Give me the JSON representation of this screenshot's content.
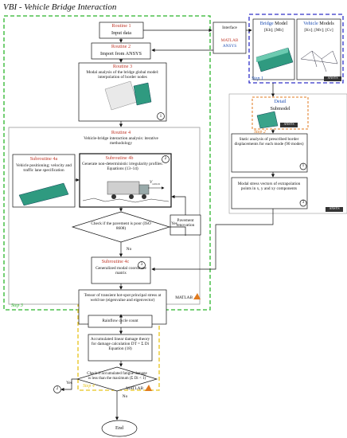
{
  "title": "VBI - Vehicle Bridge Interaction",
  "routines": {
    "r1": {
      "name": "Routine 1",
      "text": "Input data"
    },
    "r2": {
      "name": "Routine 2",
      "text": "Import from ANSYS"
    },
    "r3": {
      "name": "Routine 3",
      "text": "Modal analysis of the bridge global model: interpolation of border nodes",
      "badge": "1"
    },
    "r4": {
      "name": "Routine 4",
      "text": "Vehicle-bridge interaction analysis: iterative methodology"
    },
    "r4a": {
      "name": "Subroutine 4a",
      "text": "Vehicle positioning; velocity and traffic lane specification"
    },
    "r4b": {
      "name": "Subroutine 4b",
      "text": "Generate non-deterministic irregularity profiles: Equations (13–14)",
      "badge": "2",
      "vlabel": "V",
      "vsub": "vehicle"
    },
    "r4c": {
      "name": "Subroutine 4c",
      "text": "Generalized modal coordinate matrix",
      "badge": "3"
    }
  },
  "decision1": {
    "text": "Check if the pavement is poor (ISO 8608)",
    "yes": "Yes",
    "no": "No"
  },
  "pavement": "Pavement renovation",
  "tensor": "Tensor of transient hot-spot principal stress at weld toe (eigenvalue and eigenvector)",
  "interface": {
    "label": "Interface",
    "matlab": "MATLAB",
    "ansys": "ANSYS"
  },
  "bridge_model": {
    "title_a": "Bridge",
    "title_b": " Model",
    "text": "[Kb]; [Mb]"
  },
  "vehicle_model": {
    "title_a": "Vehicle",
    "title_b": " Models",
    "text": "[Kv]; [Mv]; [Cv]"
  },
  "step1": "Step 1",
  "detail": {
    "name": "Detail",
    "text": "Submodel"
  },
  "step2": "Step 2",
  "static": {
    "text": "Static analysis of prescribed border displacements for each mode (90 modes)",
    "badge": "1"
  },
  "modal_stress": {
    "text": "Modal stress vectors of extrapolation points in x, y and xy components",
    "badge": "3"
  },
  "step3": "Step 3",
  "matlab_label": "MATLAB",
  "ansys_label": "ANSYS",
  "rainflow": "Rainflow cycle count",
  "accum": "Accumulated linear damage theory for damage calculation DT = Σ Di Equation (18)",
  "decision2": {
    "text": "Check if accumulated fatigue damage is less than the maximum (Σ Di < 1)",
    "yes": "Yes",
    "no": "No",
    "goto": "2"
  },
  "step4": "Step 4",
  "end": "End",
  "colors": {
    "green": "#2bb52b",
    "blue": "#3030c8",
    "orange": "#e07a1f",
    "yellow": "#e8c41a",
    "red": "#c0392b",
    "gray": "#999999"
  }
}
